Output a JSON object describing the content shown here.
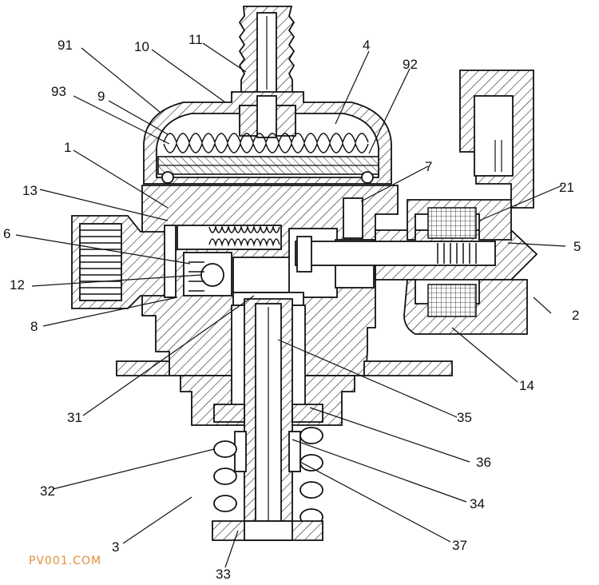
{
  "labels": [
    "91",
    "10",
    "11",
    "4",
    "92",
    "93",
    "9",
    "1",
    "7",
    "21",
    "13",
    "6",
    "5",
    "12",
    "2",
    "8",
    "14",
    "31",
    "35",
    "36",
    "32",
    "34",
    "3",
    "37",
    "33"
  ],
  "watermark": "PV001.COM",
  "colors": {
    "watermark": "#e0903a",
    "line": "#111111"
  }
}
